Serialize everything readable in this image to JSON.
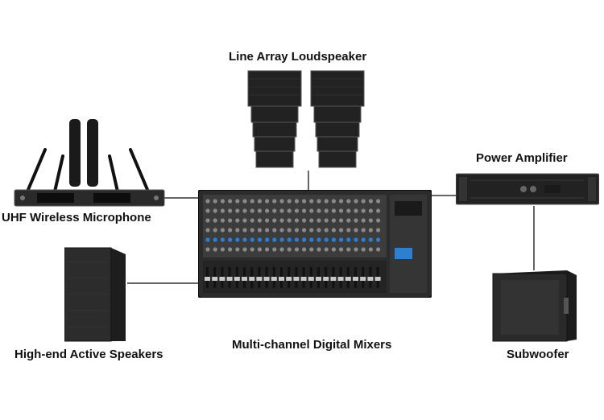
{
  "labels": {
    "line_array": "Line Array Loudspeaker",
    "power_amp": "Power Amplifier",
    "uhf_mic": "UHF Wireless Microphone",
    "active_speakers": "High-end Active Speakers",
    "mixer": "Multi-channel Digital Mixers",
    "subwoofer": "Subwoofer"
  },
  "colors": {
    "wire": "#333333",
    "device_dark": "#1e1e1e",
    "device_mid": "#3a3a3a",
    "panel": "#2b2b2b",
    "accent_blue": "#2e7fd0"
  }
}
